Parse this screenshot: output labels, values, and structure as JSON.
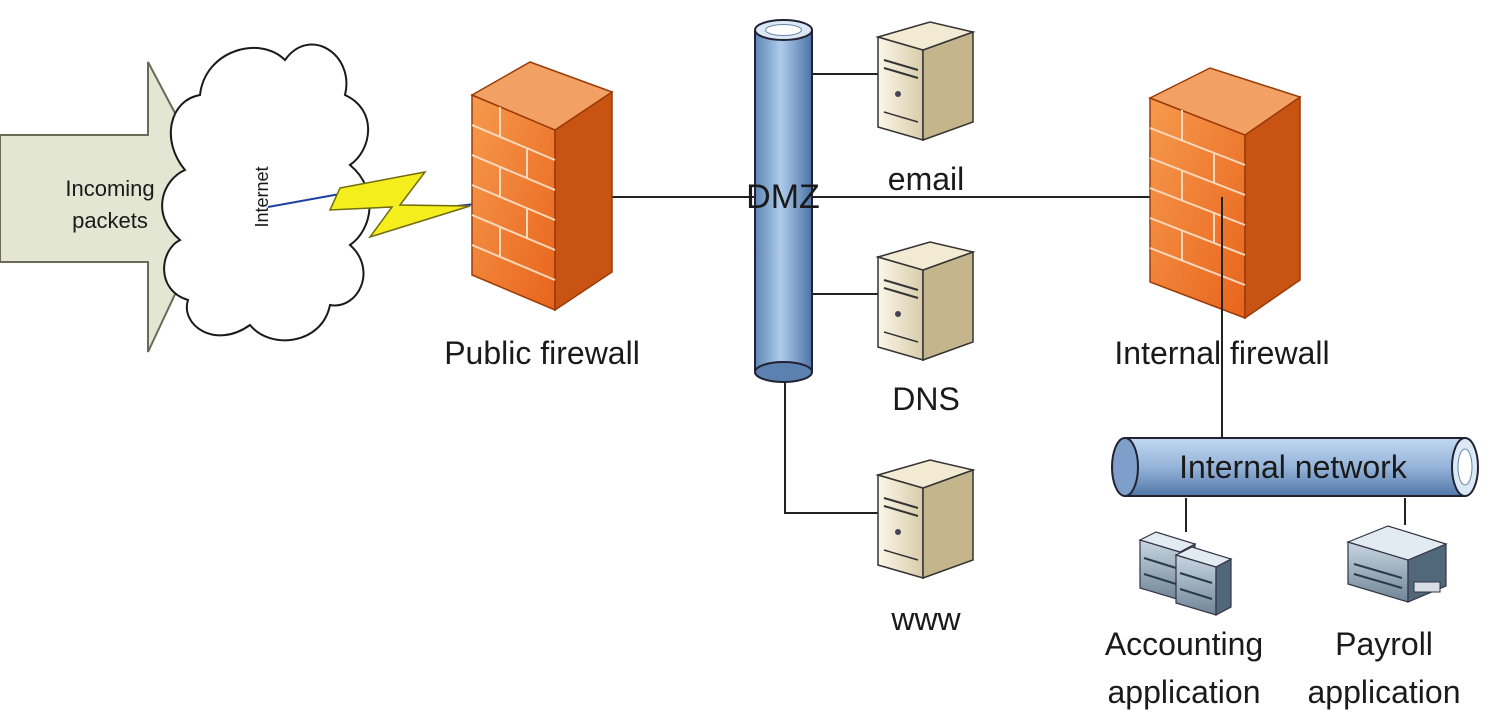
{
  "nodes": {
    "incoming": {
      "line1": "Incoming",
      "line2": "packets"
    },
    "internet": {
      "label": "Internet"
    },
    "public_firewall": {
      "label": "Public firewall"
    },
    "dmz": {
      "label": "DMZ"
    },
    "email_server": {
      "label": "email"
    },
    "dns_server": {
      "label": "DNS"
    },
    "www_server": {
      "label": "www"
    },
    "internal_firewall": {
      "label": "Internal firewall"
    },
    "internal_network": {
      "label": "Internal network"
    },
    "accounting": {
      "line1": "Accounting",
      "line2": "application"
    },
    "payroll": {
      "line1": "Payroll",
      "line2": "application"
    }
  },
  "colors": {
    "arrow_fill": "#e2e6d2",
    "firewall_front": "#f07a2a",
    "firewall_side": "#c85312",
    "pipe_fill": "#8fb0d6",
    "bolt_fill": "#f4ef1c",
    "server_fill": "#e6dcc3",
    "link_line": "#222222"
  },
  "links": [
    "internet-public_firewall",
    "public_firewall-dmz",
    "dmz-email_server",
    "dmz-dns_server",
    "dmz-www_server",
    "dmz-internal_firewall",
    "internal_firewall-internal_network",
    "internal_network-accounting",
    "internal_network-payroll"
  ]
}
